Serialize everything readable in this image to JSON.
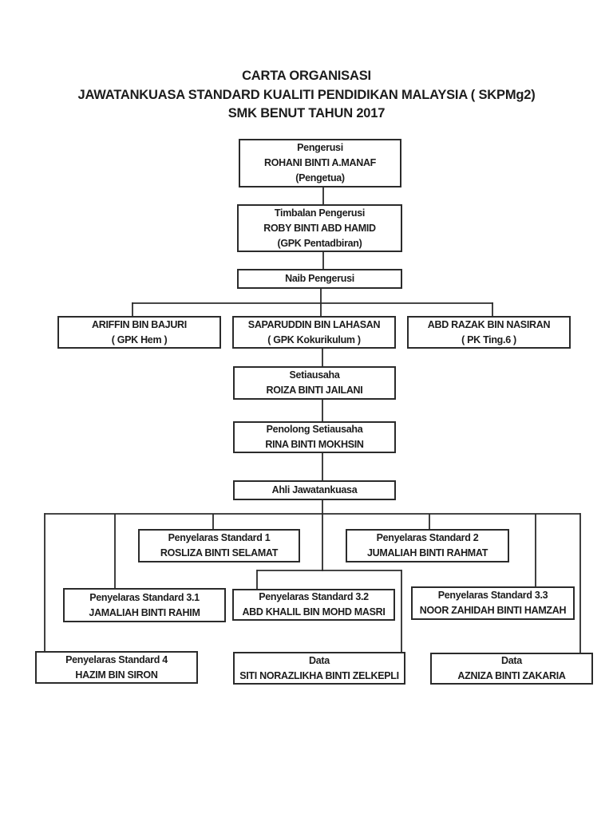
{
  "page": {
    "background_color": "#ffffff",
    "line_color": "#2b2b2b",
    "text_color": "#1c1c1c"
  },
  "title": {
    "line1": "CARTA ORGANISASI",
    "line2": "JAWATANKUASA STANDARD KUALITI PENDIDIKAN MALAYSIA ( SKPMg2)",
    "line3": "SMK BENUT TAHUN 2017"
  },
  "nodes": {
    "pengerusi": {
      "lines": [
        "Pengerusi",
        "ROHANI BINTI A.MANAF",
        "(Pengetua)"
      ]
    },
    "timbalan_pengerusi": {
      "lines": [
        "Timbalan Pengerusi",
        "ROBY BINTI ABD HAMID",
        "(GPK Pentadbiran)"
      ]
    },
    "naib_pengerusi": {
      "lines": [
        "Naib Pengerusi"
      ]
    },
    "gpk_hem": {
      "lines": [
        "ARIFFIN BIN BAJURI",
        "( GPK Hem )"
      ]
    },
    "gpk_kokurikulum": {
      "lines": [
        "SAPARUDDIN BIN LAHASAN",
        "( GPK Kokurikulum )"
      ]
    },
    "pk_tingkatan_6": {
      "lines": [
        "ABD RAZAK BIN NASIRAN",
        "( PK Ting.6 )"
      ]
    },
    "setiausaha": {
      "lines": [
        "Setiausaha",
        "ROIZA BINTI JAILANI"
      ]
    },
    "penolong_setiausaha": {
      "lines": [
        "Penolong Setiausaha",
        "RINA BINTI MOKHSIN"
      ]
    },
    "ahli_jawatankuasa": {
      "lines": [
        "Ahli Jawatankuasa"
      ]
    },
    "penyelaras_standard_1": {
      "lines": [
        "Penyelaras Standard 1",
        "ROSLIZA BINTI SELAMAT"
      ]
    },
    "penyelaras_standard_2": {
      "lines": [
        "Penyelaras Standard 2",
        "JUMALIAH BINTI RAHMAT"
      ]
    },
    "penyelaras_standard_3_1": {
      "lines": [
        "Penyelaras Standard 3.1",
        "JAMALIAH BINTI RAHIM"
      ]
    },
    "penyelaras_standard_3_2": {
      "lines": [
        "Penyelaras Standard 3.2",
        "ABD KHALIL BIN MOHD MASRI"
      ]
    },
    "penyelaras_standard_3_3": {
      "lines": [
        "Penyelaras Standard 3.3",
        "NOOR ZAHIDAH BINTI HAMZAH"
      ]
    },
    "penyelaras_standard_4": {
      "lines": [
        "Penyelaras Standard 4",
        "HAZIM BIN SIRON"
      ]
    },
    "data_1": {
      "lines": [
        "Data",
        "SITI NORAZLIKHA BINTI ZELKEPLI"
      ]
    },
    "data_2": {
      "lines": [
        "Data",
        "AZNIZA BINTI ZAKARIA"
      ]
    }
  }
}
